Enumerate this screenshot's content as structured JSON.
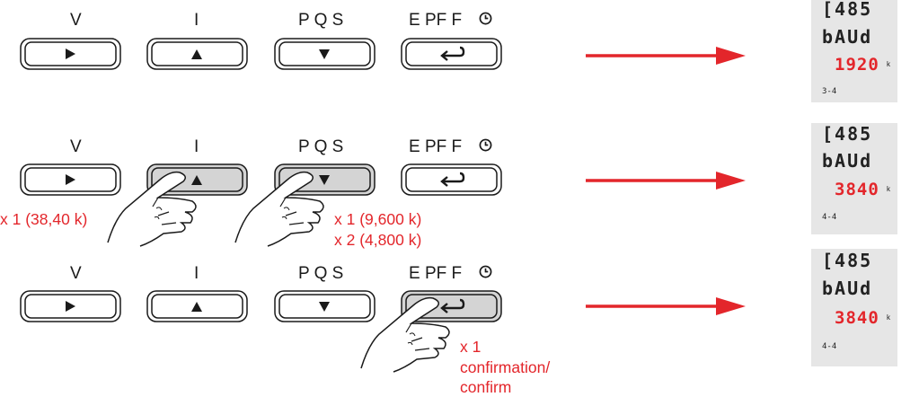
{
  "button_labels": {
    "v": "V",
    "i": "I",
    "pqs": "P Q S",
    "epff": "E PF F"
  },
  "icons": {
    "clock": "clock-icon",
    "right": "triangle-right-icon",
    "up": "triangle-up-icon",
    "down": "triangle-down-icon",
    "enter": "enter-return-icon"
  },
  "colors": {
    "accent_red": "#e3262b",
    "pressed_button": "#d4d4d4",
    "display_bg": "#e6e6e6"
  },
  "steps": [
    {
      "pressed": "none",
      "display": {
        "line1": "[485",
        "line2": "bAUd",
        "value": "1920",
        "unit": "k",
        "page": "3-4"
      }
    },
    {
      "pressed": "up and down",
      "annotation_up": "x 1 (38,40 k)",
      "annotation_down_1": "x 1 (9,600 k)",
      "annotation_down_2": "x 2 (4,800 k)",
      "display": {
        "line1": "[485",
        "line2": "bAUd",
        "value": "3840",
        "unit": "k",
        "page": "4-4"
      }
    },
    {
      "pressed": "enter",
      "annotation_1": "x 1",
      "annotation_2": "confirmation/",
      "annotation_3": "confirm",
      "display": {
        "line1": "[485",
        "line2": "bAUd",
        "value": "3840",
        "unit": "k",
        "page": "4-4"
      }
    }
  ]
}
